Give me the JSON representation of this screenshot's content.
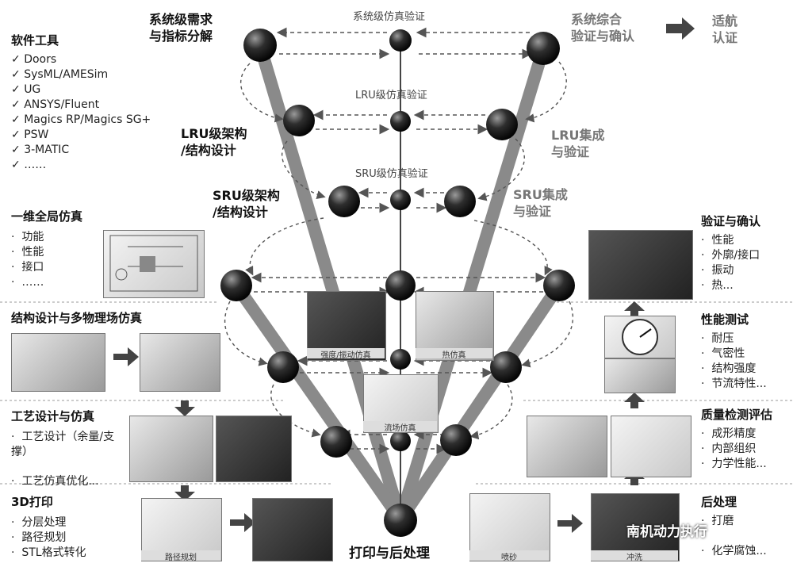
{
  "tools": {
    "title": "软件工具",
    "items": [
      "Doors",
      "SysML/AMESim",
      "UG",
      "ANSYS/Fluent",
      "Magics RP/Magics SG+",
      "PSW",
      "3-MATIC",
      "……"
    ]
  },
  "sim1d": {
    "title": "一维全局仿真",
    "items": [
      "功能",
      "性能",
      "接口",
      "……"
    ]
  },
  "struct": {
    "title": "结构设计与多物理场仿真"
  },
  "process": {
    "title": "工艺设计与仿真",
    "items": [
      "工艺设计（余量/支撑）",
      "工艺仿真优化..."
    ]
  },
  "print3d": {
    "title": "3D打印",
    "items": [
      "分层处理",
      "路径规划",
      "STL格式转化"
    ],
    "cap_path": "路径规划"
  },
  "v_left": {
    "sys": "系统级需求\n与指标分解",
    "lru": "LRU级架构\n/结构设计",
    "sru": "SRU级架构\n/结构设计"
  },
  "v_mid": {
    "sys": "系统级仿真验证",
    "lru": "LRU级仿真验证",
    "sru": "SRU级仿真验证",
    "bottom": "打印与后处理"
  },
  "v_right": {
    "sys": "系统综合\n验证与确认",
    "cert": "适航\n认证",
    "lru": "LRU集成\n与验证",
    "sru": "SRU集成\n与验证"
  },
  "captions": {
    "strength": "强度/振动仿真",
    "thermal": "热仿真",
    "flow": "流场仿真",
    "sand": "喷砂",
    "wash": "冲洗"
  },
  "vv": {
    "title": "验证与确认",
    "items": [
      "性能",
      "外廓/接口",
      "振动",
      "热..."
    ]
  },
  "perf": {
    "title": "性能测试",
    "items": [
      "耐压",
      "气密性",
      "结构强度",
      "节流特性..."
    ]
  },
  "quality": {
    "title": "质量检测评估",
    "items": [
      "成形精度",
      "内部组织",
      "力学性能..."
    ]
  },
  "post": {
    "title": "后处理",
    "items": [
      "打磨",
      "化学腐蚀..."
    ]
  },
  "watermark": "南机动力执行"
}
